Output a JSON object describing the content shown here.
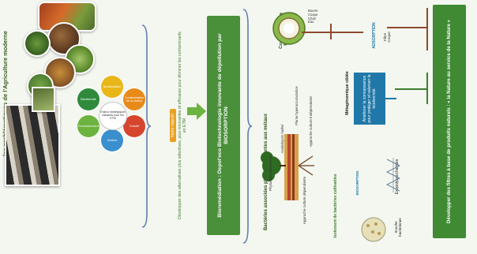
{
  "left": {
    "vertical_caption": "les problématiques de l'Agriculture moderne",
    "petal_center": "Enjeux stratégiques cassants pour les ETM",
    "petals": [
      {
        "label": "Accumulation",
        "color": "#e9b618"
      },
      {
        "label": "Contamination de la chaîne",
        "color": "#e88a1a"
      },
      {
        "label": "Toxicité",
        "color": "#d6452e"
      },
      {
        "label": "Gestion",
        "color": "#3a8fcf"
      },
      {
        "label": "Environnement",
        "color": "#6cb33f"
      },
      {
        "label": "Biodiversité",
        "color": "#2f8a3c"
      }
    ]
  },
  "middle": {
    "objective_title": "Notre objectif",
    "objective_text": "Développer des alternatives plus sélectives, plus innovantes et efficaces pour éliminer les contaminants en ETM",
    "bioremediation_text": "Bioremédiation : Depol'eco Biotechnologie innovante de dépollution par BIOSORPTION"
  },
  "right": {
    "bacteria_title": "Bactéries associées plantes résistantes aux métaux",
    "plant_name": "Arabidopsis halleri",
    "plant_name_2": "Phytolacca americana",
    "plant_label_3": "Plante hyperaccumulatrice",
    "approach_label": "Approche culture indépendante",
    "approach_label_2": "Approche culture dépendante",
    "metagenomic_label": "Métagénomique ciblée",
    "isolement_label": "Isolement de bactéries cultivables",
    "biosorption_small": "BIOSORPTION",
    "exopoly_label": "Exopolysaccharides",
    "souche_label": "Souche bactérienne",
    "knowledge_text": "Améliorer la connaissance pour protéger et valoriser la biodiversité",
    "coproduits_title": "Coproduits de la filière Coprah",
    "coco_labels": [
      "Bourre",
      "Coque",
      "Chair",
      "Eau"
    ],
    "adsorption_title": "ADSORPTION",
    "adsorption_items": [
      "Fibre",
      "Coque"
    ],
    "filters_text": "Développer des filtres à base de produits naturels : « la Nature au service de la Nature »"
  },
  "colors": {
    "green_dark": "#3f7f2f",
    "green_light": "#6cb33f",
    "blue": "#1f78a8",
    "orange": "#e8a122",
    "brace": "#5c7fb0",
    "bracket": "#8e4a2d"
  }
}
